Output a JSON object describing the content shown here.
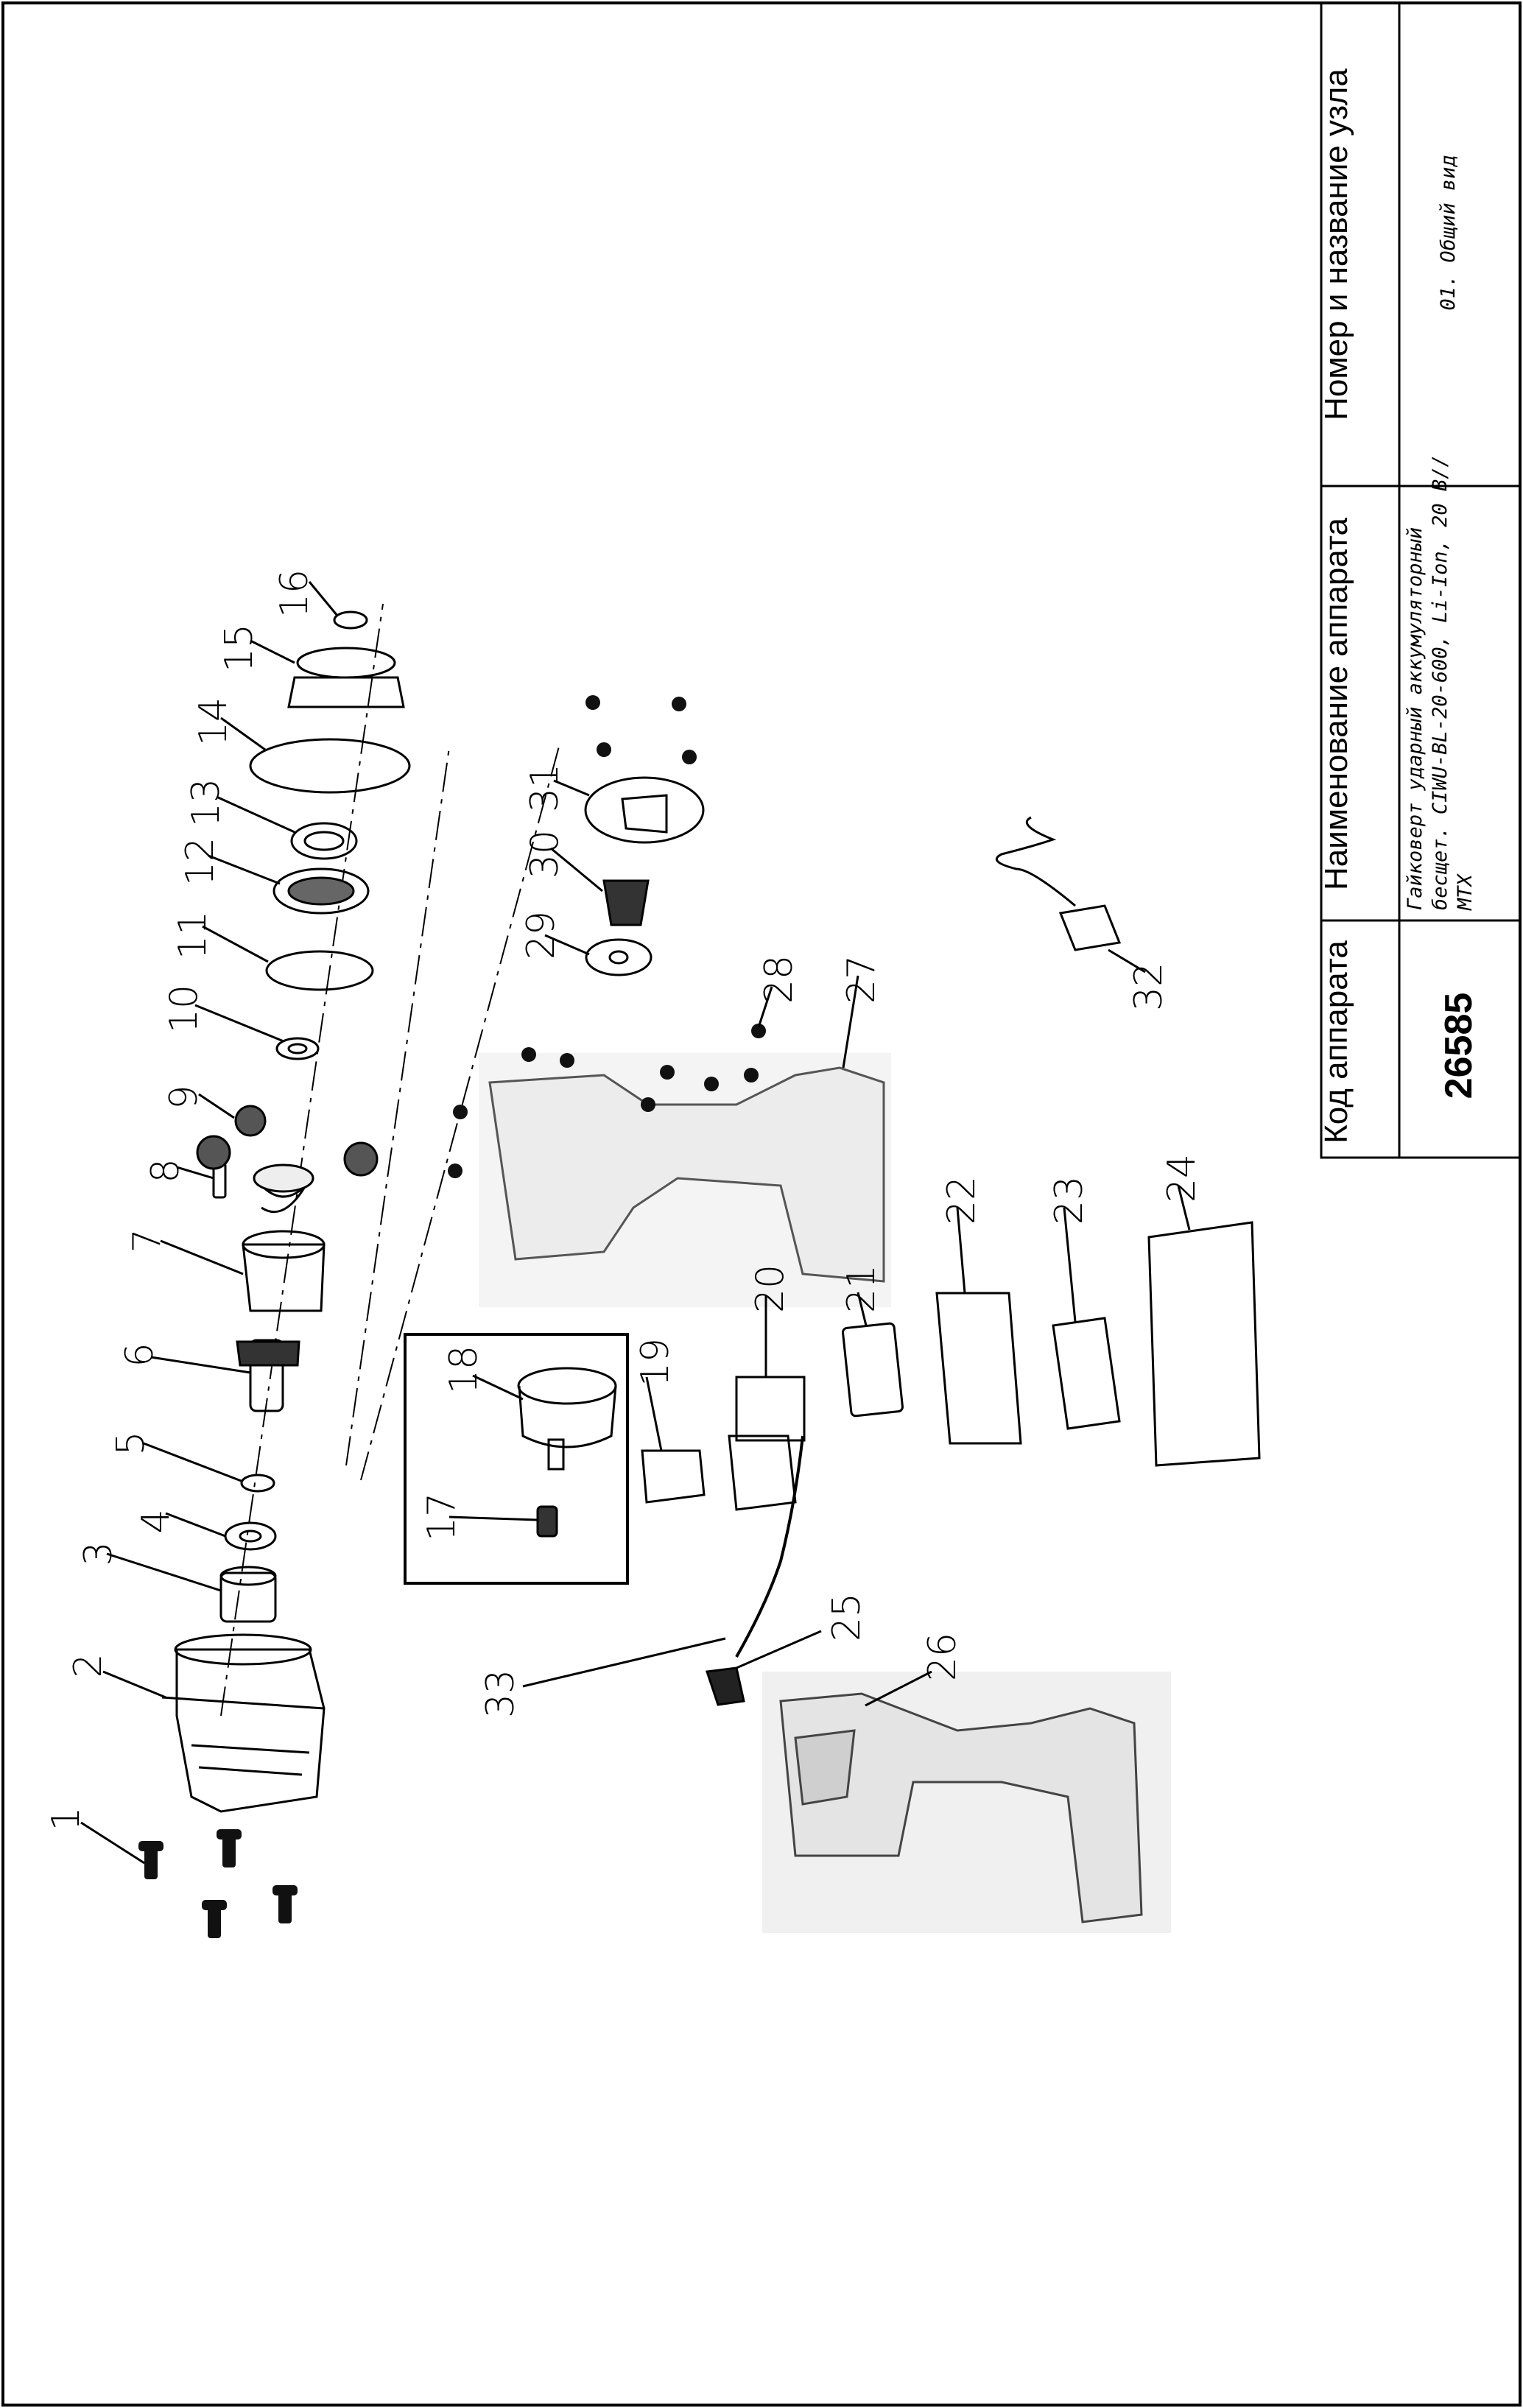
{
  "title_block": {
    "col_code_header": "Код аппарата",
    "col_name_header": "Наименование аппарата",
    "col_node_header": "Номер и название узла",
    "code_value": "26585",
    "name_value_lines": [
      "Гайковерт ударный аккумуляторный",
      "бесщет. CIWU-BL-20-600, Li-Ion, 20 В//",
      "MTX"
    ],
    "node_value": "01. Общий вид"
  },
  "parts": [
    {
      "n": "1",
      "label": "1"
    },
    {
      "n": "2",
      "label": "2"
    },
    {
      "n": "3",
      "label": "3"
    },
    {
      "n": "4",
      "label": "4"
    },
    {
      "n": "5",
      "label": "5"
    },
    {
      "n": "6",
      "label": "6"
    },
    {
      "n": "7",
      "label": "7"
    },
    {
      "n": "8",
      "label": "8"
    },
    {
      "n": "9",
      "label": "9"
    },
    {
      "n": "10",
      "label": "10"
    },
    {
      "n": "11",
      "label": "11"
    },
    {
      "n": "12",
      "label": "12"
    },
    {
      "n": "13",
      "label": "13"
    },
    {
      "n": "14",
      "label": "14"
    },
    {
      "n": "15",
      "label": "15"
    },
    {
      "n": "16",
      "label": "16"
    },
    {
      "n": "17",
      "label": "17"
    },
    {
      "n": "18",
      "label": "18"
    },
    {
      "n": "19",
      "label": "19"
    },
    {
      "n": "20",
      "label": "20"
    },
    {
      "n": "21",
      "label": "21"
    },
    {
      "n": "22",
      "label": "22"
    },
    {
      "n": "23",
      "label": "23"
    },
    {
      "n": "24",
      "label": "24"
    },
    {
      "n": "25",
      "label": "25"
    },
    {
      "n": "26",
      "label": "26"
    },
    {
      "n": "27",
      "label": "27"
    },
    {
      "n": "28",
      "label": "28"
    },
    {
      "n": "29",
      "label": "29"
    },
    {
      "n": "30",
      "label": "30"
    },
    {
      "n": "31",
      "label": "31"
    },
    {
      "n": "32",
      "label": "32"
    },
    {
      "n": "33",
      "label": "33"
    }
  ]
}
